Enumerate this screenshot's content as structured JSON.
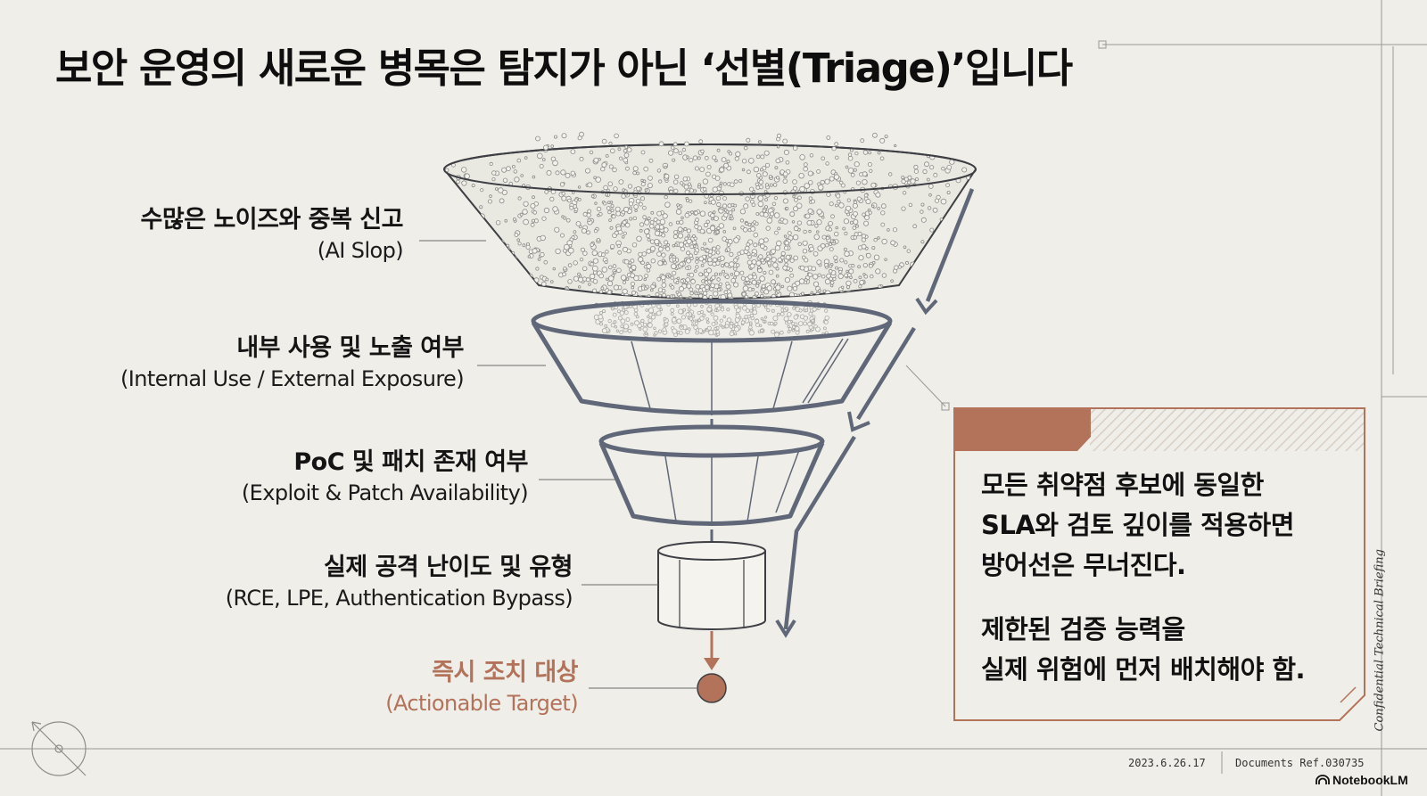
{
  "title": "보안 운영의 새로운 병목은 탐지가 아닌 ‘선별(Triage)’입니다",
  "stages": [
    {
      "ko": "수많은 노이즈와 중복 신고",
      "en": "(AI Slop)"
    },
    {
      "ko": "내부 사용 및 노출 여부",
      "en": "(Internal Use / External Exposure)"
    },
    {
      "ko": "PoC 및 패치 존재 여부",
      "en": "(Exploit & Patch Availability)"
    },
    {
      "ko": "실제 공격 난이도 및 유형",
      "en": "(RCE, LPE, Authentication Bypass)"
    },
    {
      "ko": "즉시 조치 대상",
      "en": "(Actionable Target)"
    }
  ],
  "callout": {
    "para1": [
      "모든 취약점 후보에 동일한",
      "SLA와 검토 깊이를 적용하면",
      "방어선은 무너진다."
    ],
    "para2": [
      "제한된 검증 능력을",
      "실제 위험에 먼저 배치해야 함."
    ]
  },
  "footer": {
    "date": "2023.6.26.17",
    "ref": "Documents Ref.030735",
    "vertical": "Confidential Technical Briefing",
    "brand": "NotebookLM"
  },
  "colors": {
    "background": "#efeee8",
    "stroke": "#5f6778",
    "accent": "#b3725a",
    "text": "#111111"
  },
  "icons": [
    "compass-icon",
    "notebooklm-logo-icon",
    "arrow-down-icon"
  ]
}
